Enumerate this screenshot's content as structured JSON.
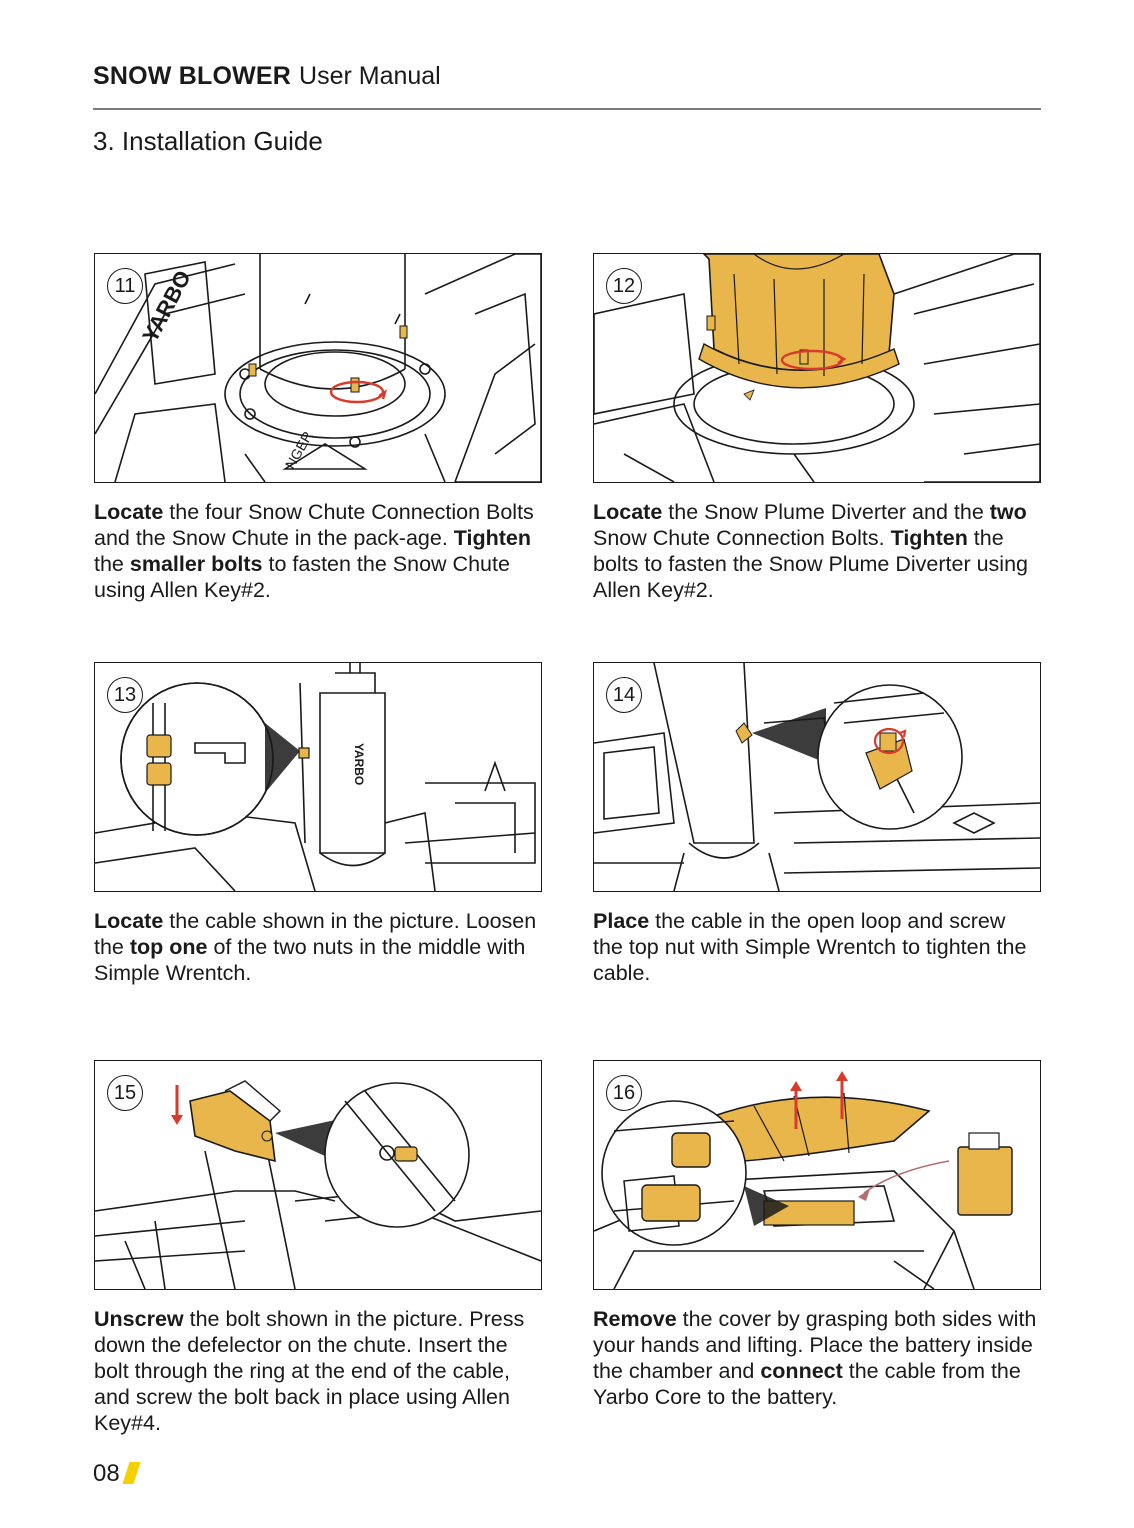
{
  "header": {
    "brand": "SNOW BLOWER",
    "subtitle": "User Manual"
  },
  "section_title": "3. Installation Guide",
  "steps": [
    {
      "number": "11",
      "text": [
        {
          "t": "Locate",
          "b": true
        },
        {
          "t": " the four Snow Chute Connection Bolts and the Snow Chute in the pack-age. ",
          "b": false
        },
        {
          "t": "Tighten",
          "b": true
        },
        {
          "t": " the ",
          "b": false
        },
        {
          "t": "smaller bolts",
          "b": true
        },
        {
          "t": " to fasten the Snow Chute using Allen Key#2.",
          "b": false
        }
      ]
    },
    {
      "number": "12",
      "text": [
        {
          "t": "Locate",
          "b": true
        },
        {
          "t": " the Snow Plume Diverter and the ",
          "b": false
        },
        {
          "t": "two",
          "b": true
        },
        {
          "t": " Snow Chute Connection Bolts. ",
          "b": false
        },
        {
          "t": "Tighten",
          "b": true
        },
        {
          "t": " the bolts to fasten the Snow Plume Diverter using Allen Key#2.",
          "b": false
        }
      ]
    },
    {
      "number": "13",
      "text": [
        {
          "t": "Locate",
          "b": true
        },
        {
          "t": " the cable shown in the picture. Loosen the ",
          "b": false
        },
        {
          "t": "top one",
          "b": true
        },
        {
          "t": " of the two nuts in the middle with Simple Wrentch.",
          "b": false
        }
      ]
    },
    {
      "number": "14",
      "text": [
        {
          "t": "Place",
          "b": true
        },
        {
          "t": " the cable in the open loop and screw the top nut with Simple Wrentch to tighten the cable.",
          "b": false
        }
      ]
    },
    {
      "number": "15",
      "text": [
        {
          "t": "Unscrew",
          "b": true
        },
        {
          "t": " the bolt shown in the picture. Press down the defelector on the chute. Insert the bolt through the ring at the end of the cable, and screw the bolt back in place using Allen Key#4.",
          "b": false
        }
      ]
    },
    {
      "number": "16",
      "text": [
        {
          "t": "Remove",
          "b": true
        },
        {
          "t": " the cover by grasping both sides with your hands and lifting. Place the battery inside the chamber and ",
          "b": false
        },
        {
          "t": "connect",
          "b": true
        },
        {
          "t": " the cable from the Yarbo Core to the battery.",
          "b": false
        }
      ]
    }
  ],
  "illustration_labels": {
    "brand": "YARBO",
    "warning": "NGER"
  },
  "page_number": "08",
  "colors": {
    "accent": "#f4d000",
    "part": "#e8b64a",
    "arrow": "#d93a2b",
    "line": "#1a1a1a"
  }
}
